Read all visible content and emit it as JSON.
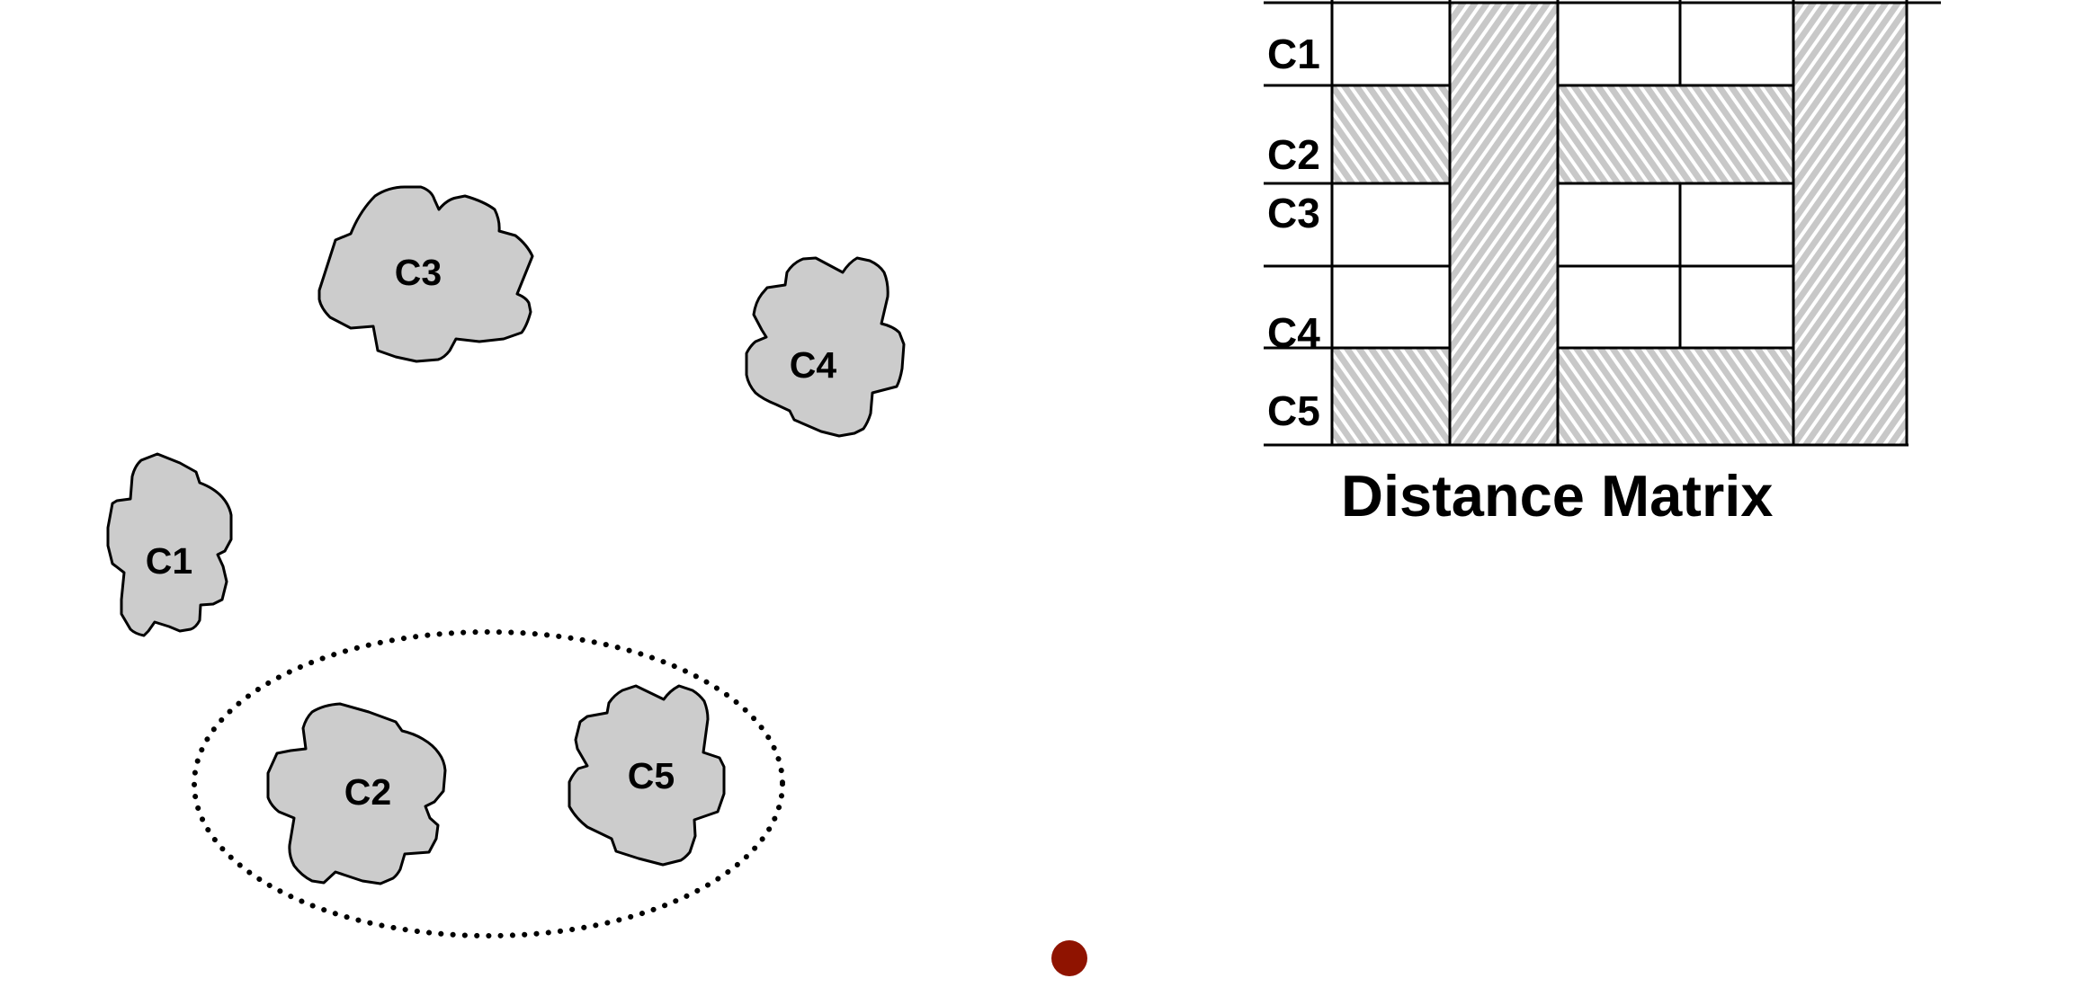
{
  "colors": {
    "cluster_fill": "#cccccc",
    "outline": "#000000",
    "hatch_stripe": "#c8c8c8",
    "background": "#ffffff",
    "marker": "#8f1300"
  },
  "clusters": [
    {
      "id": "C1",
      "label": "C1"
    },
    {
      "id": "C2",
      "label": "C2"
    },
    {
      "id": "C3",
      "label": "C3"
    },
    {
      "id": "C4",
      "label": "C4"
    },
    {
      "id": "C5",
      "label": "C5"
    }
  ],
  "grouping": {
    "style": "dotted-ellipse",
    "members": [
      "C2",
      "C5"
    ]
  },
  "matrix": {
    "title": "Distance Matrix",
    "row_labels": [
      "C1",
      "C2",
      "C3",
      "C4",
      "C5"
    ],
    "highlighted_rows": [
      "C2",
      "C5"
    ],
    "highlighted_columns": [
      "C2",
      "C5"
    ]
  },
  "marker": {
    "shape": "circle",
    "color": "#8f1300"
  }
}
